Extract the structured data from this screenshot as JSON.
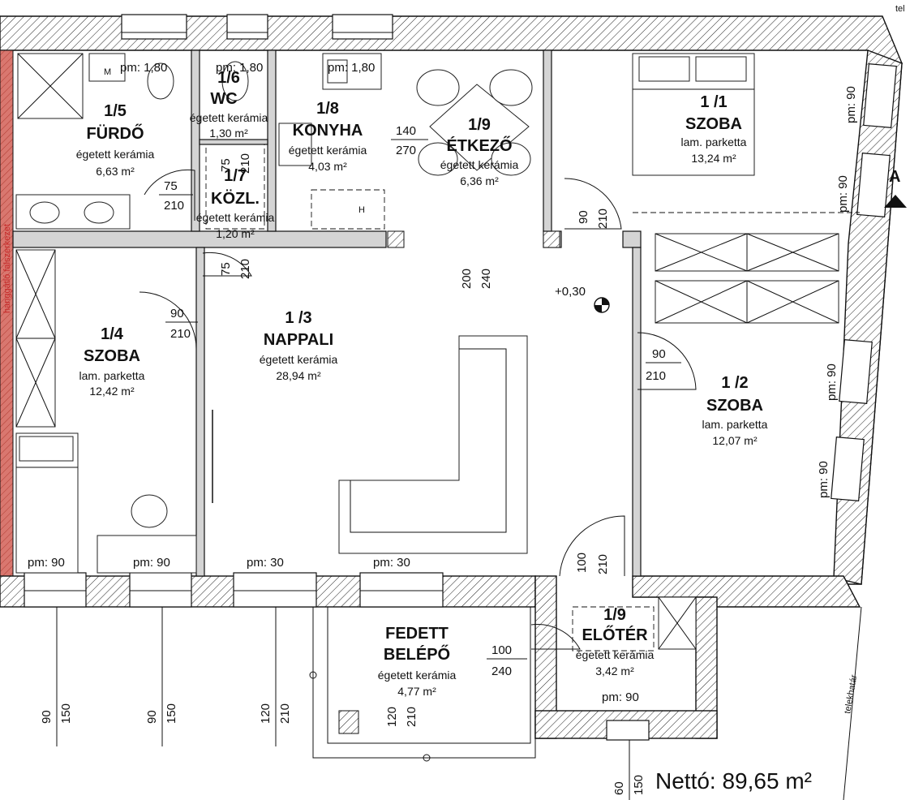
{
  "rooms": [
    {
      "id": "1/5",
      "name": "FÜRDŐ",
      "floor": "égetett kerámia",
      "area": "6,63 m²"
    },
    {
      "id": "1/6",
      "name": "WC",
      "floor": "égetett kerámia",
      "area": "1,30 m²"
    },
    {
      "id": "1/7",
      "name": "KÖZL.",
      "floor": "égetett kerámia",
      "area": "1,20 m²"
    },
    {
      "id": "1/8",
      "name": "KONYHA",
      "floor": "égetett kerámia",
      "area": "4,03 m²"
    },
    {
      "id": "1/9",
      "name": "ÉTKEZŐ",
      "floor": "égetett kerámia",
      "area": "6,36 m²"
    },
    {
      "id": "1 /1",
      "name": "SZOBA",
      "floor": "lam. parketta",
      "area": "13,24 m²"
    },
    {
      "id": "1/4",
      "name": "SZOBA",
      "floor": "lam. parketta",
      "area": "12,42 m²"
    },
    {
      "id": "1 /3",
      "name": "NAPPALI",
      "floor": "égetett kerámia",
      "area": "28,94 m²"
    },
    {
      "id": "1 /2",
      "name": "SZOBA",
      "floor": "lam. parketta",
      "area": "12,07 m²"
    },
    {
      "id": "",
      "name": "FEDETT",
      "floor": "égetett kerámia",
      "area": "4,77 m²",
      "name2": "BELÉPŐ"
    },
    {
      "id": "1/9",
      "name": "ELŐTÉR",
      "floor": "égetett kerámia",
      "area": "3,42 m²"
    }
  ],
  "sill_labels": {
    "top1": "pm:  1,80",
    "top2": "pm:  1,80",
    "top3": "pm:  1,80",
    "bottom1": "pm:  90",
    "bottom2": "pm:  90",
    "bottom3": "pm:  30",
    "bottom4": "pm:  30",
    "bottom5": "pm:  90",
    "right1": "pm:  90",
    "right2": "pm:  90",
    "right3": "pm:  90",
    "right4": "pm:  90"
  },
  "dims": {
    "d75": "75",
    "d210": "210",
    "d140": "140",
    "d270": "270",
    "d90": "90",
    "d200": "200",
    "d240": "240",
    "d100": "100",
    "d150": "150",
    "d120": "120",
    "d60": "60"
  },
  "level": "+0,30",
  "section_mark": "A",
  "appliance_m": "M",
  "appliance_h": "H",
  "neighbor_label": "tel",
  "boundary_label": "telekhatár",
  "firewall_label": "hanggátló falszerkezet",
  "netto": "Nettó: 89,65 m²"
}
